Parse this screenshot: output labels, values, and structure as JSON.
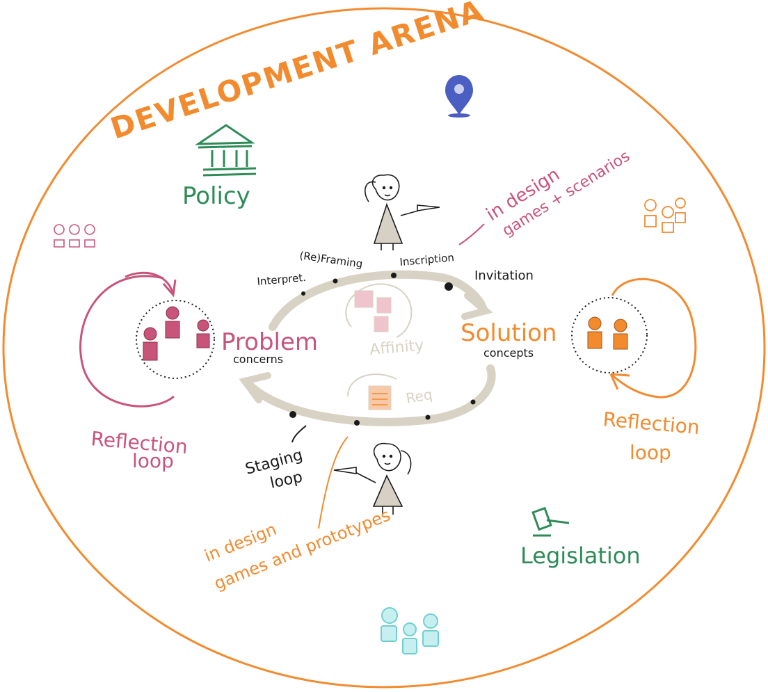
{
  "arena": {
    "title": "DEVELOPMENT ARENA"
  },
  "labels": {
    "policy": "Policy",
    "legislation": "Legislation",
    "problem": "Problem",
    "problem_sub": "concerns",
    "solution": "Solution",
    "solution_sub": "concepts",
    "affinity": "Affinity",
    "req": "Req",
    "interpret": "Interpret.",
    "reframing": "(Re)Framing",
    "inscription": "Inscription",
    "invitation": "Invitation",
    "staging_1": "Staging",
    "staging_2": "loop",
    "scenarios_1": "in design",
    "scenarios_2": "games + scenarios",
    "prototypes_1": "in design",
    "prototypes_2": "games and prototypes",
    "reflection_left_1": "Reflection",
    "reflection_left_2": "loop",
    "reflection_right_1": "Reflection",
    "reflection_right_2": "loop"
  },
  "colors": {
    "orange": "#f28a2e",
    "pink": "#c8547a",
    "green": "#2e8b57",
    "blue": "#4a5fc1",
    "teal": "#6fcfd0",
    "grey": "#d8d2c4",
    "ink": "#1a1a1a"
  },
  "icons": [
    "policy-building-icon",
    "location-pin-icon",
    "gavel-icon",
    "person-icon",
    "sticky-note-icon"
  ]
}
